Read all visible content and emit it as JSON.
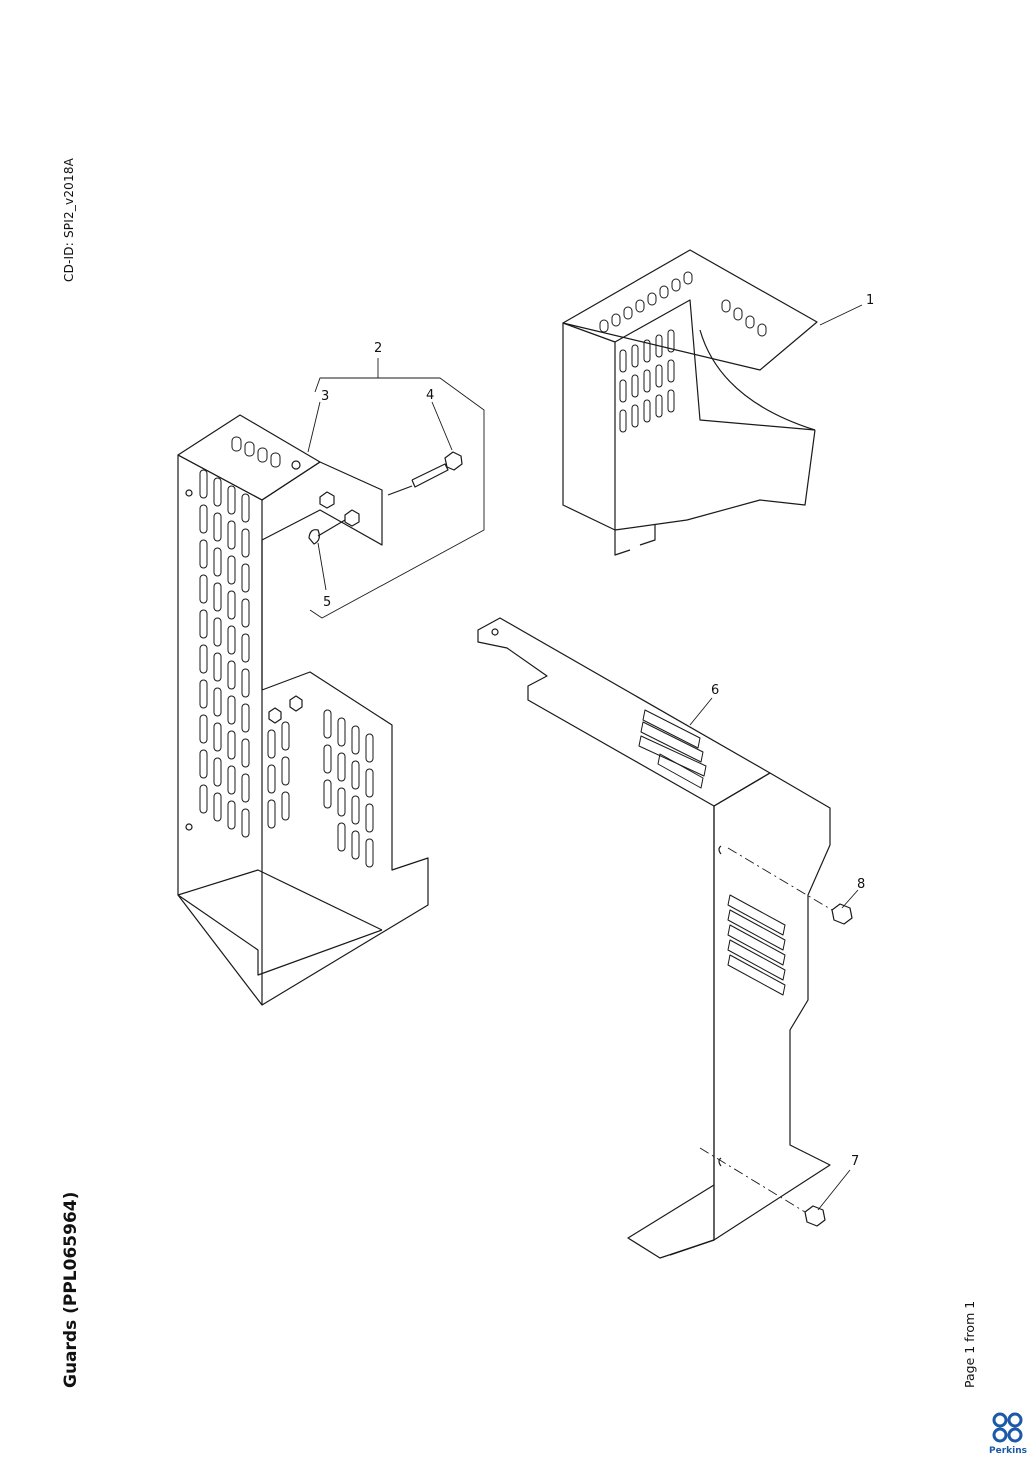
{
  "header": {
    "cd_id": "CD-ID: SPI2_v2018A"
  },
  "document": {
    "title": "Guards (PPL065964)",
    "page_info": "Page 1 from 1"
  },
  "brand": {
    "name": "Perkins",
    "color": "#1c5aa8"
  },
  "callouts": [
    "1",
    "2",
    "3",
    "4",
    "5",
    "6",
    "7",
    "8"
  ]
}
